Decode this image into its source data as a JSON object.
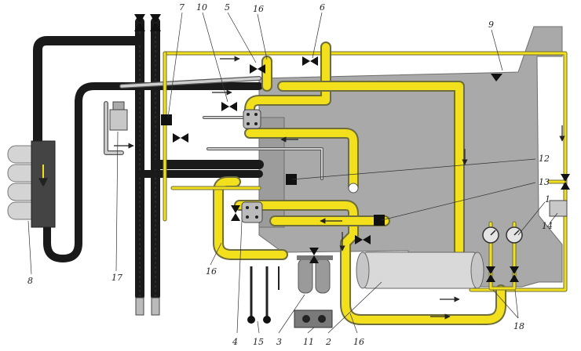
{
  "colors": {
    "engine_block": "#a9a9a9",
    "hot_line": "#f2e01c",
    "cold_line": "#1a1a1a",
    "aux_line": "#cfcfcf",
    "outline": "#555555"
  },
  "icons": [
    "valve-icon",
    "flow-arrow-icon",
    "pressure-gauge-icon",
    "filter-icon",
    "heater-icon",
    "pump-icon",
    "thermostat-icon"
  ],
  "labels": {
    "l1": "1",
    "l2": "2",
    "l3": "3",
    "l4": "4",
    "l5": "5",
    "l6": "6",
    "l7": "7",
    "l8": "8",
    "l9": "9",
    "l10": "10",
    "l11": "11",
    "l12": "12",
    "l13": "13",
    "l14": "14",
    "l15": "15",
    "l16a": "16",
    "l16b": "16",
    "l16c": "16",
    "l17": "17",
    "l18": "18"
  }
}
